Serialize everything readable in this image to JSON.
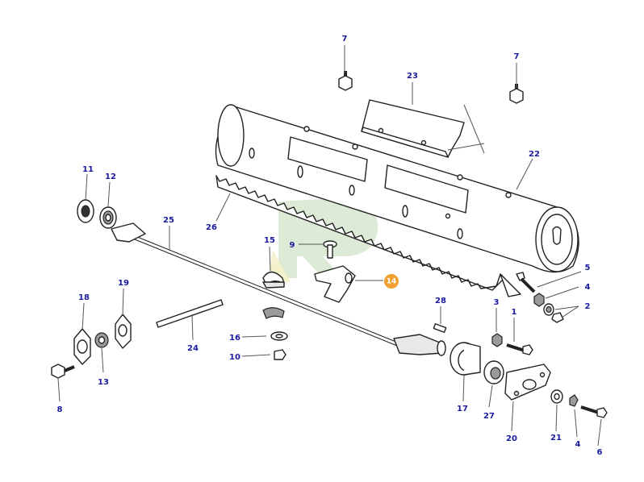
{
  "diagram": {
    "selected_part": "14",
    "labels": {
      "p1": "1",
      "p2": "2",
      "p3": "3",
      "p4a": "4",
      "p4b": "4",
      "p5": "5",
      "p6": "6",
      "p7a": "7",
      "p7b": "7",
      "p8": "8",
      "p9": "9",
      "p10": "10",
      "p11": "11",
      "p12": "12",
      "p13": "13",
      "p14": "14",
      "p15": "15",
      "p16": "16",
      "p17": "17",
      "p18": "18",
      "p19": "19",
      "p20": "20",
      "p21": "21",
      "p22": "22",
      "p23": "23",
      "p24": "24",
      "p25": "25",
      "p26": "26",
      "p27": "27",
      "p28": "28"
    },
    "colors": {
      "label_text": "#1a1aa0",
      "selected_badge": "#f0a030",
      "watermark_green": "#d9e8d2",
      "watermark_yellow": "#f3f0c8"
    }
  }
}
